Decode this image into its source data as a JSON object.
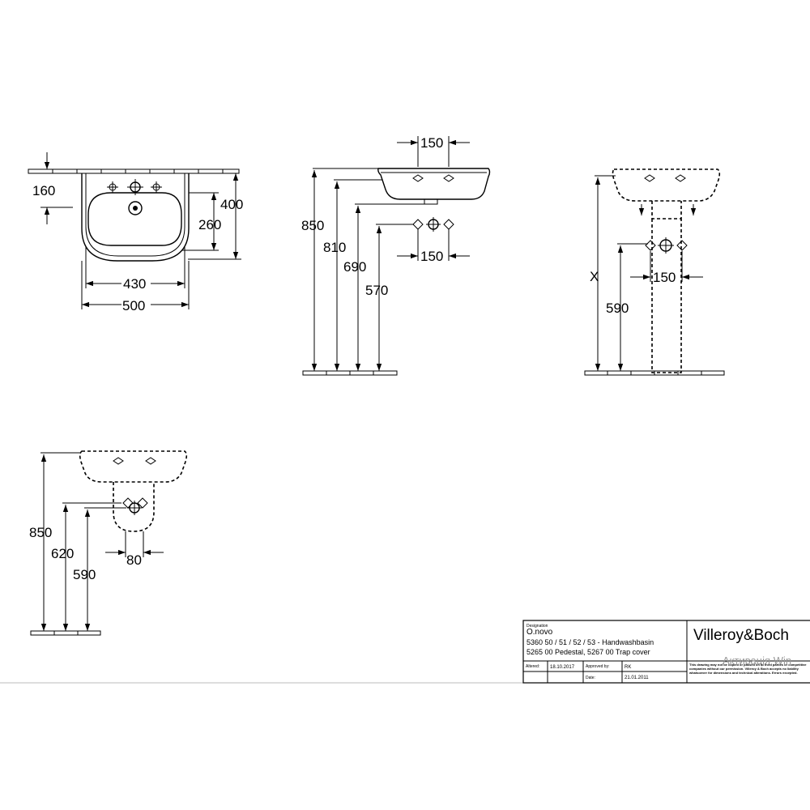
{
  "views": {
    "top": {
      "d160": "160",
      "d400": "400",
      "d260": "260",
      "d430": "430",
      "d500": "500"
    },
    "side": {
      "d150_top": "150",
      "d850": "850",
      "d810": "810",
      "d690": "690",
      "d570": "570",
      "d150_mid": "150"
    },
    "front_pedestal": {
      "dx": "X",
      "d150": "150",
      "d590": "590"
    },
    "front_trap": {
      "d850": "850",
      "d620": "620",
      "d590": "590",
      "d80": "80"
    }
  },
  "title_block": {
    "designation_label": "Designation",
    "product": "O.novo",
    "line1": "5360 50 / 51 / 52 / 53 - Handwashbasin",
    "line2": "5265 00 Pedestal, 5267 00 Trap cover",
    "brand": "Villeroy&Boch",
    "altered_label": "Altered:",
    "altered_date": "18.10.2017",
    "approved_label": "Approved by:",
    "approved_value": "RK",
    "date_label": "Date:",
    "date_value": "21.01.2011",
    "notice": "This drawing may not be copied or passed on to third parties or competitive companies without our permission. Villeroy & Boch accepts no liability whatsoever for dimensions and technical alterations. Errors excepted."
  },
  "watermark": "Активація Win"
}
